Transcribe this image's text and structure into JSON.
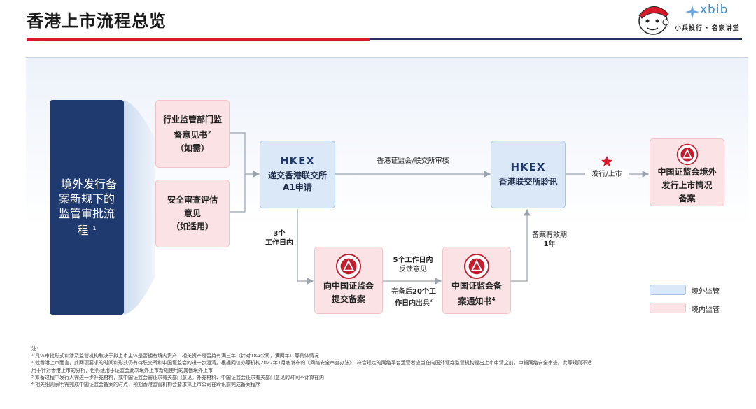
{
  "header": {
    "title": "香港上市流程总览",
    "logo_text": "xbib",
    "logo_subtitle": "小兵投行 · 名家讲堂"
  },
  "left_box": {
    "label": "境外发行备案新规下的监管审批流程",
    "sup": "1"
  },
  "boxes": {
    "industry": {
      "line1": "行业监管部门监",
      "line2": "督意见书",
      "sup": "2",
      "line3": "（如需）"
    },
    "security": {
      "line1": "安全审查评估",
      "line2": "意见",
      "line3": "（如适用）"
    },
    "a1": {
      "brand": "HKEX",
      "line1": "递交香港联交所",
      "line2": "A1申请"
    },
    "hearing": {
      "brand": "HKEX",
      "line1": "香港联交所聆讯"
    },
    "csrc_submit": {
      "line1": "向中国证监会",
      "line2": "提交备案"
    },
    "csrc_notice": {
      "line1": "中国证监会备",
      "line2": "案通知书",
      "sup": "4"
    },
    "csrc_report": {
      "line1": "中国证监会境外",
      "line2": "发行上市情况",
      "line3": "备案"
    }
  },
  "labels": {
    "review": "香港证监会/联交所审核",
    "listing": "发行/上市",
    "three_days_1": "3个",
    "three_days_2": "工作日内",
    "five_days_1": "5个工作日内",
    "five_days_2": "反馈意见",
    "twenty_1": "完备后20个工",
    "twenty_2": "作日内出具",
    "twenty_sup": "3",
    "validity_1": "备案有效期",
    "validity_2": "1年"
  },
  "legend": [
    {
      "label": "境外监管",
      "color": "#dae8f7",
      "border": "#a9c4e3"
    },
    {
      "label": "境内监管",
      "color": "#fbe3e5",
      "border": "#f1c4c9"
    }
  ],
  "notes": {
    "heading": "注:",
    "n1": "¹ 具体审批形式和涉及监管机构取决于拟上市主体是否拥有境内资产，相关资产是否持有满三年（针对18A公司，满两年）等具体情况",
    "n2a": "² 就香港上市而言，此两项要求的时间和形式仍有待联交所和中国证监会的进一步澄清。根据网信办等机构2022年1月底发布的《网络安全审查办法》，符合规定的网络平台运营者应当在向国外证券监管机构提出上市申请之前，申报网络安全审查。此等规则不适",
    "n2b": "用于针对香港上市的分析，但仍适用于证监会此次境外上市新规使用的其他境外上市",
    "n3": "³ 筹备过程中发行人需进一步补充材料，或中国证监会需征求有关部门意见。补充材料、中国证监会征求有关部门意见的时间不计算在内",
    "n4": "⁴ 相关细则表明需完成中国证监会备案的时点，预期香港监管机构会要求拟上市公司在聆讯前完成备案程序"
  },
  "colors": {
    "accent_red": "#d7192a",
    "navy": "#1e3a6e",
    "star": "#d7192a"
  }
}
